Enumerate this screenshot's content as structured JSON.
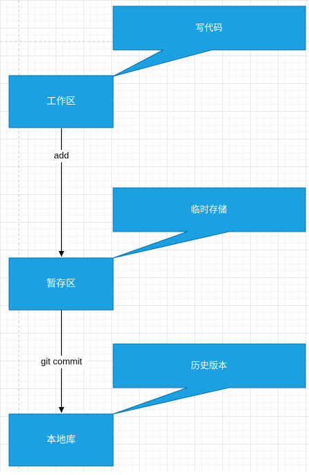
{
  "diagram": {
    "stages": [
      {
        "id": "workspace",
        "label": "工作区",
        "note": "写代码"
      },
      {
        "id": "staging",
        "label": "暂存区",
        "note": "临时存储"
      },
      {
        "id": "local-repo",
        "label": "本地库",
        "note": "历史版本"
      }
    ],
    "transitions": [
      {
        "from": "workspace",
        "to": "staging",
        "label": "add"
      },
      {
        "from": "staging",
        "to": "local-repo",
        "label": "git commit"
      }
    ]
  },
  "colors": {
    "node_fill": "#1ba1e2",
    "node_stroke": "#006eaf",
    "node_text": "#ffffff",
    "edge": "#000000",
    "grid_minor": "#e8e8e8",
    "grid_major": "#d4d4d4"
  }
}
